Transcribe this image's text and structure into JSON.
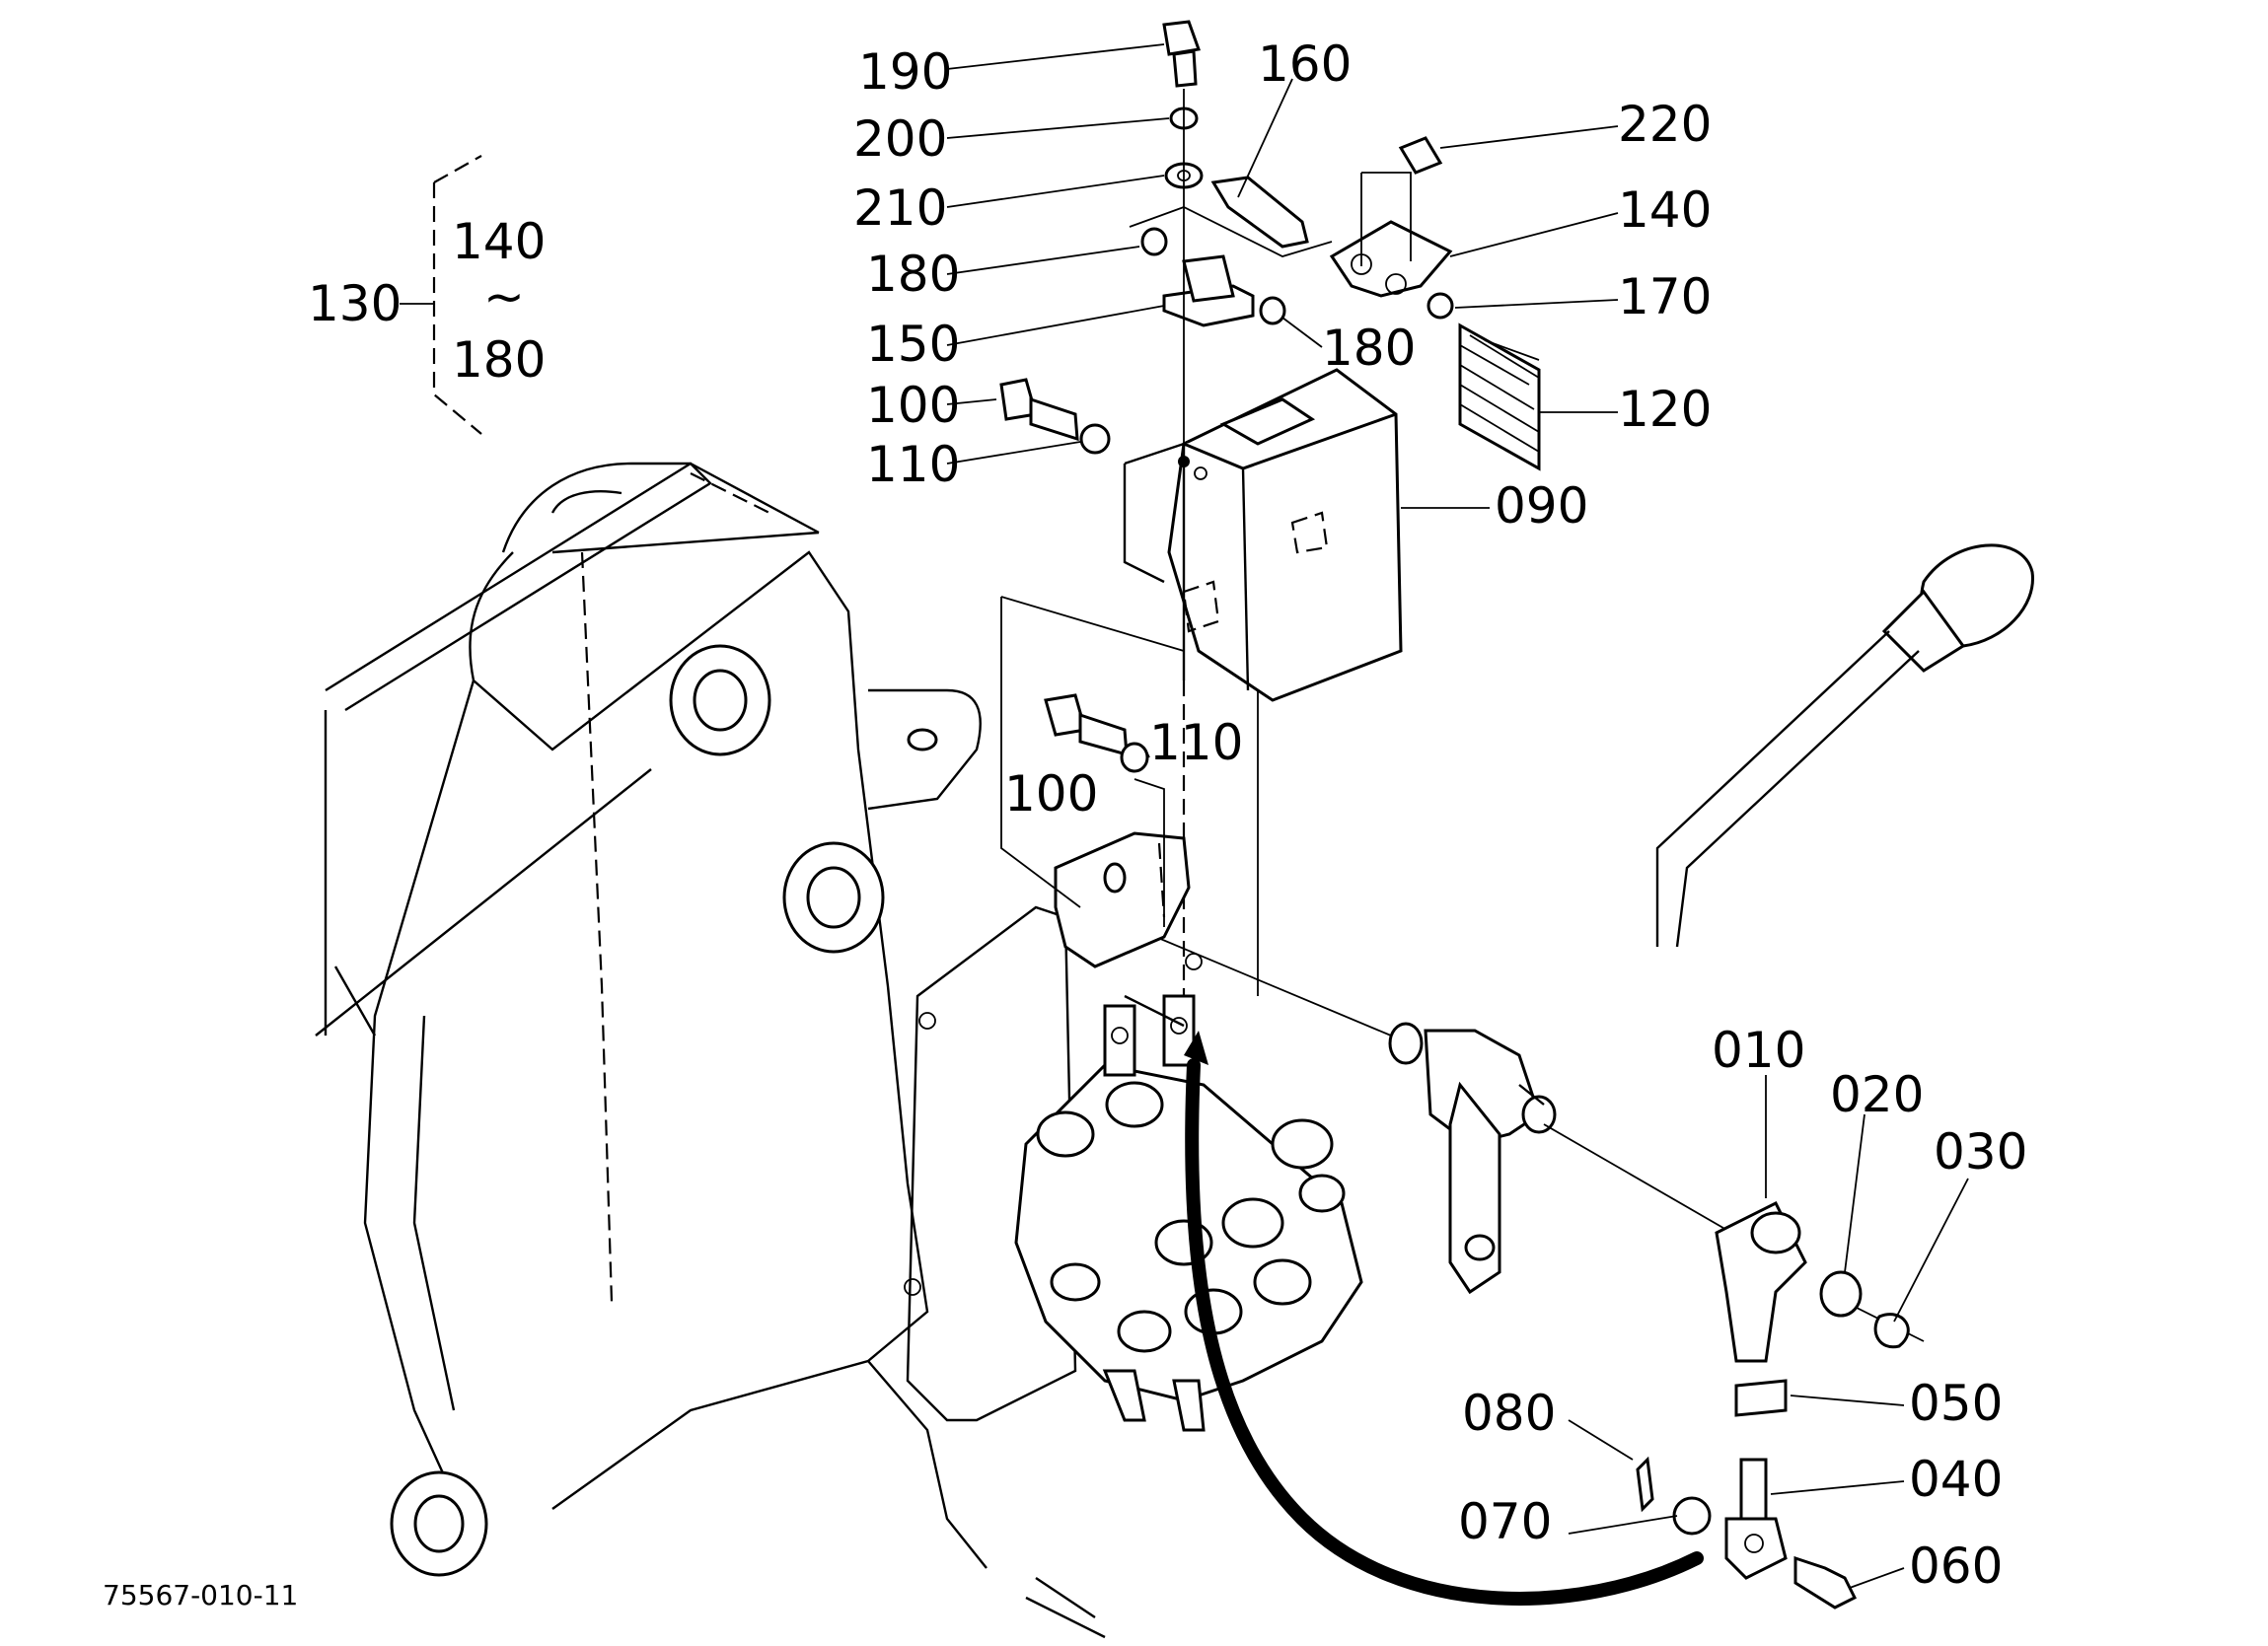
{
  "diagram": {
    "document_number": "75567-010-11",
    "group": {
      "label": "130",
      "range_top": "140",
      "range_sep": "~",
      "range_bottom": "180"
    },
    "callouts": [
      {
        "id": "190",
        "text": "190"
      },
      {
        "id": "200",
        "text": "200"
      },
      {
        "id": "210",
        "text": "210"
      },
      {
        "id": "180a",
        "text": "180"
      },
      {
        "id": "150",
        "text": "150"
      },
      {
        "id": "100a",
        "text": "100"
      },
      {
        "id": "110a",
        "text": "110"
      },
      {
        "id": "160",
        "text": "160"
      },
      {
        "id": "220",
        "text": "220"
      },
      {
        "id": "140",
        "text": "140"
      },
      {
        "id": "170",
        "text": "170"
      },
      {
        "id": "180b",
        "text": "180"
      },
      {
        "id": "120",
        "text": "120"
      },
      {
        "id": "090",
        "text": "090"
      },
      {
        "id": "110b",
        "text": "110"
      },
      {
        "id": "100b",
        "text": "100"
      },
      {
        "id": "010",
        "text": "010"
      },
      {
        "id": "020",
        "text": "020"
      },
      {
        "id": "030",
        "text": "030"
      },
      {
        "id": "050",
        "text": "050"
      },
      {
        "id": "080",
        "text": "080"
      },
      {
        "id": "040",
        "text": "040"
      },
      {
        "id": "070",
        "text": "070"
      },
      {
        "id": "060",
        "text": "060"
      }
    ]
  }
}
